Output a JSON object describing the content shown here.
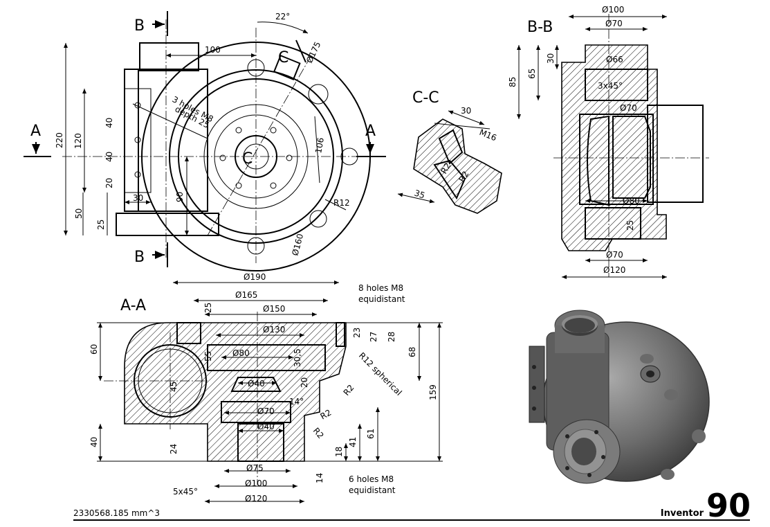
{
  "views": {
    "front": {
      "section_labels": [
        "A",
        "A",
        "B",
        "B",
        "C"
      ],
      "dims": {
        "d_100": "100",
        "d_22deg": "22°",
        "d_175": "Ø175",
        "d_220": "220",
        "d_120": "120",
        "d_40a": "40",
        "d_40b": "40",
        "d_20": "20",
        "d_30": "30",
        "d_50": "50",
        "d_25": "25",
        "d_90": "90",
        "d_106": "106",
        "d_r12": "R12",
        "d_160": "Ø160"
      },
      "note_holes_1": "3 holes M8",
      "note_holes_2": "depth 25"
    },
    "cc": {
      "title": "C-C",
      "dims": {
        "d_30": "30",
        "d_m16": "M16",
        "d_35": "35",
        "d_r2a": "R2",
        "d_r2b": "R2"
      }
    },
    "bb": {
      "title": "B-B",
      "dims": {
        "d_100": "Ø100",
        "d_70top": "Ø70",
        "d_30": "30",
        "d_66": "Ø66",
        "d_85": "85",
        "d_65": "65",
        "d_chamfer": "3x45°",
        "d_70mid": "Ø70",
        "d_80": "Ø80",
        "d_25": "25",
        "d_70bot": "Ø70",
        "d_120": "Ø120"
      }
    },
    "aa": {
      "title": "A-A",
      "dims": {
        "d_190": "Ø190",
        "d_165": "Ø165",
        "d_150": "Ø150",
        "d_130": "Ø130",
        "d_80": "Ø80",
        "d_40a": "Ø40",
        "d_70": "Ø70",
        "d_40b": "Ø40",
        "d_75": "Ø75",
        "d_100": "Ø100",
        "d_120": "Ø120",
        "d_25": "25",
        "d_60": "60",
        "d_55": "55",
        "d_45": "45",
        "d_40": "40",
        "d_24": "24",
        "d_30_5": "30,5",
        "d_20": "20",
        "d_23": "23",
        "d_27": "27",
        "d_28": "28",
        "d_68": "68",
        "d_159": "159",
        "d_14deg": "14°",
        "d_r2a": "R2",
        "d_r2b": "R2",
        "d_r2c": "R2",
        "d_41": "41",
        "d_61": "61",
        "d_18": "18",
        "d_14": "14",
        "d_5x45": "5x45°",
        "d_r12sph": "R12 spherical"
      },
      "note_8holes_1": "8 holes M8",
      "note_8holes_2": "equidistant",
      "note_6holes_1": "6 holes M8",
      "note_6holes_2": "equidistant"
    }
  },
  "footer": {
    "volume": "2330568.185 mm^3",
    "brand": "Inventor",
    "number": "90"
  }
}
